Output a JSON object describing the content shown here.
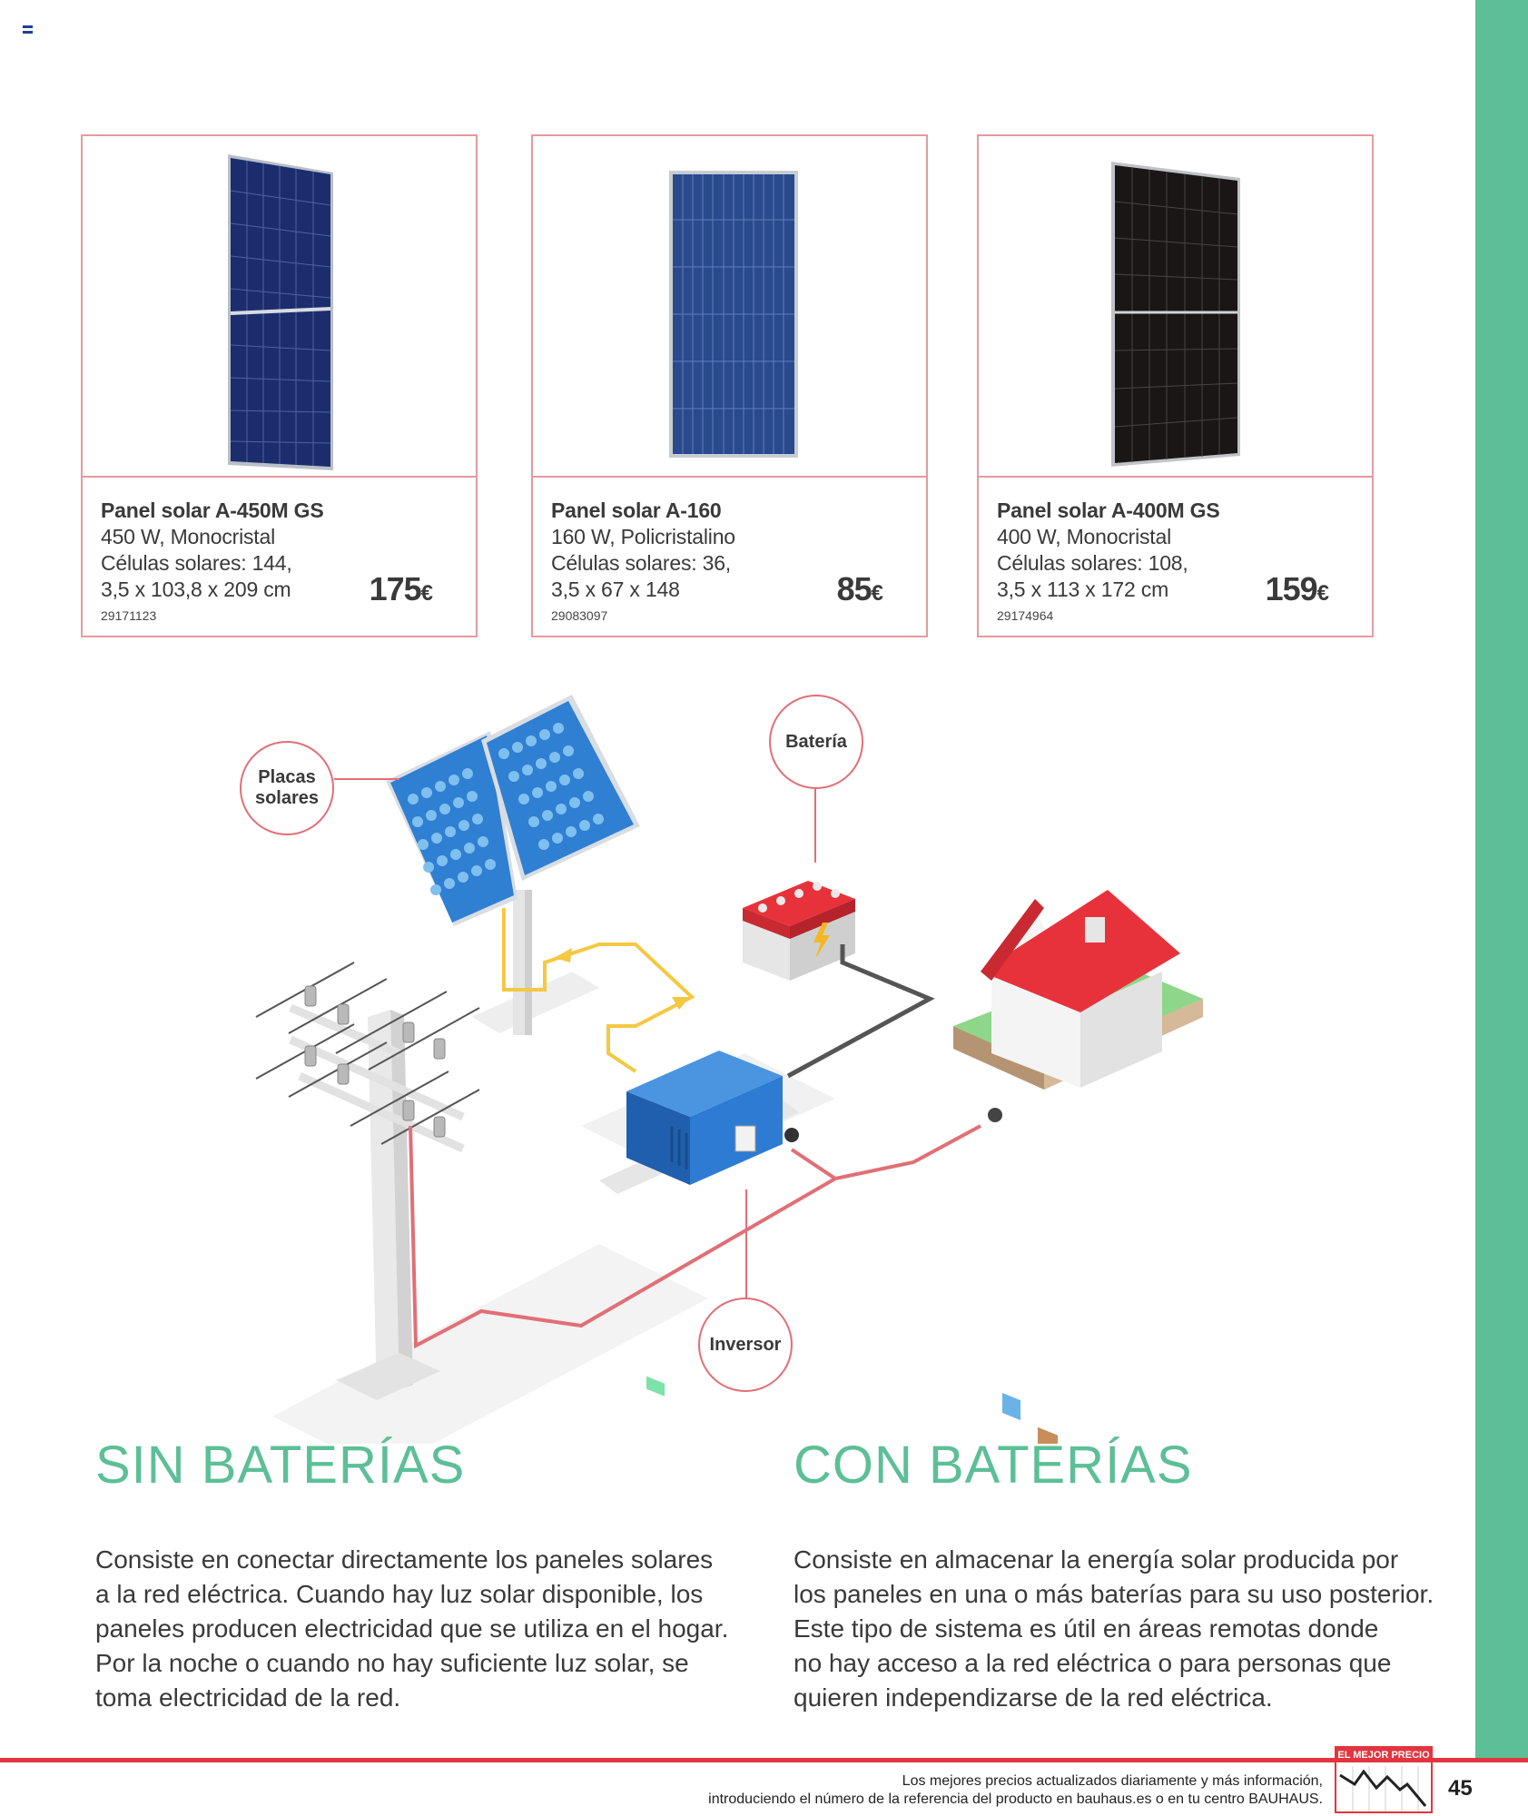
{
  "products": [
    {
      "name": "Panel solar A-450M GS",
      "line1": "450 W, Monocristal",
      "line2": "Células solares: 144,",
      "line3": "3,5 x 103,8 x 209 cm",
      "ref": "29171123",
      "price": "175",
      "currency": "€",
      "panel_color": "#1c2d6e"
    },
    {
      "name": "Panel solar A-160",
      "line1": "160 W, Policristalino",
      "line2": "Células solares: 36,",
      "line3": "3,5 x 67 x 148",
      "ref": "29083097",
      "price": "85",
      "currency": "€",
      "panel_color": "#2a4a8e"
    },
    {
      "name": "Panel solar A-400M GS",
      "line1": "400 W, Monocristal",
      "line2": "Células solares: 108,",
      "line3": "3,5 x 113 x 172 cm",
      "ref": "29174964",
      "price": "159",
      "currency": "€",
      "panel_color": "#1a1616"
    }
  ],
  "diagram": {
    "labels": {
      "placas": "Placas solares",
      "bateria": "Batería",
      "inversor": "Inversor"
    }
  },
  "sections": {
    "sin": {
      "title": "SIN BATERÍAS",
      "lines": [
        "Consiste en conectar directamente los paneles solares",
        "a la red eléctrica. Cuando hay luz solar disponible, los",
        "paneles producen electricidad que se utiliza en el hogar.",
        "Por la noche o cuando no hay suficiente luz solar, se",
        "toma electricidad de la red."
      ]
    },
    "con": {
      "title": "CON BATERÍAS",
      "lines": [
        "Consiste en almacenar la energía solar producida por",
        "los paneles en una o más baterías para su uso posterior.",
        "Este tipo de sistema es útil en áreas remotas donde",
        "no hay acceso a la red eléctrica o para personas que",
        "quieren independizarse de la red eléctrica."
      ]
    }
  },
  "footer": {
    "line1": "Los mejores precios actualizados diariamente y más información,",
    "line2": "introduciendo el número de la referencia del producto en bauhaus.es o en tu centro BAUHAUS.",
    "badge": "EL MEJOR PRECIO",
    "page_number": "45"
  },
  "colors": {
    "accent_green": "#5cbf97",
    "accent_red": "#e2353e",
    "card_border": "#e59a9f"
  }
}
